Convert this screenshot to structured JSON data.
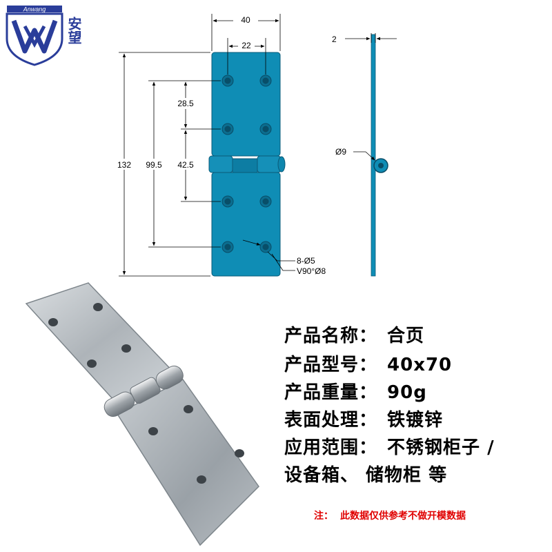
{
  "logo": {
    "brand": "Anwang",
    "chinese": "安望",
    "color": "#2a3d9a"
  },
  "drawing": {
    "plate_color": "#0f8db5",
    "dim_width": "40",
    "dim_hole_spacing": "22",
    "dim_total_length": "132",
    "dim_outer_holes": "99.5",
    "dim_row_spacing": "28.5",
    "dim_inner_holes": "42.5",
    "dim_thickness": "2",
    "dim_pin": "Ø9",
    "callout_holes": "8-Ø5",
    "callout_countersink": "V90°Ø8"
  },
  "specs": [
    {
      "label": "产品名称：",
      "value": "合页"
    },
    {
      "label": "产品型号：",
      "value": "40x70"
    },
    {
      "label": "产品重量：",
      "value": "90g"
    },
    {
      "label": "表面处理：",
      "value": "铁镀锌"
    },
    {
      "label": "应用范围：",
      "value": "不锈钢柜子 /"
    },
    {
      "label": "",
      "value": "设备箱、 储物柜 等"
    }
  ],
  "note": {
    "label": "注：",
    "text": "此数据仅供参考不做开模数据",
    "color": "#e00000"
  }
}
